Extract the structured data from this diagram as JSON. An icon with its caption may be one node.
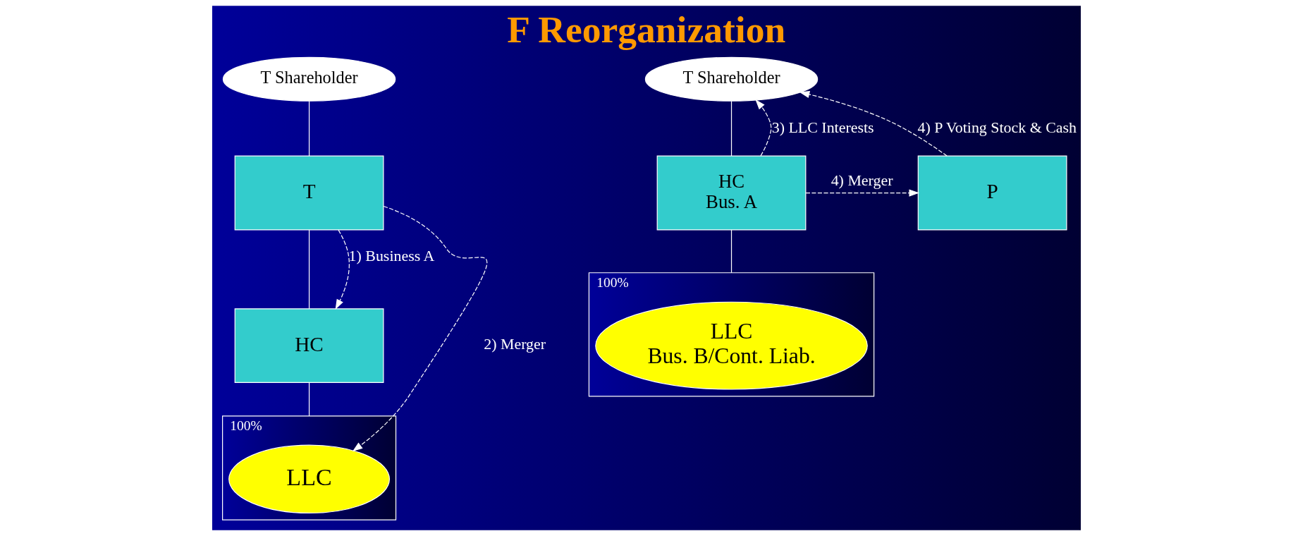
{
  "diagram": {
    "title": "F Reorganization",
    "nodes": [
      {
        "text": [
          "T Shareholder"
        ]
      },
      {
        "text": [
          "T"
        ]
      },
      {
        "text": [
          "HC"
        ]
      },
      {
        "text": [],
        "shape": "box",
        "beside": [
          "100%"
        ]
      },
      {
        "text": [
          "LLC"
        ],
        "in": 3
      },
      {
        "text": [
          "T Shareholder"
        ]
      },
      {
        "text": [
          "HC",
          "Bus. A"
        ]
      },
      {
        "text": [],
        "shape": "box",
        "beside": [
          "100%"
        ]
      },
      {
        "text": [
          "LLC",
          "Bus. B/Cont. Liab."
        ],
        "in": 7
      },
      {
        "text": [
          "P"
        ]
      }
    ],
    "edges": [
      {
        "from": 0,
        "to": 1,
        "arrow": "none"
      },
      {
        "from": 1,
        "to": 2,
        "arrow": "none"
      },
      {
        "from": 2,
        "to": 3,
        "arrow": "none"
      },
      {
        "from": 1,
        "to": 2,
        "arrow": "to",
        "label": "1) Business A",
        "style": "dashed"
      },
      {
        "from": 1,
        "to": 4,
        "arrow": "to",
        "label": "2) Merger",
        "style": "dashed"
      },
      {
        "from": 5,
        "to": 6,
        "arrow": "none"
      },
      {
        "from": 6,
        "to": 7,
        "arrow": "none"
      },
      {
        "from": 6,
        "to": 5,
        "arrow": "to",
        "label": "3) LLC Interests",
        "style": "dashed"
      },
      {
        "from": 6,
        "to": 9,
        "arrow": "to",
        "label": "4) Merger",
        "style": "dashed"
      },
      {
        "from": 9,
        "to": 5,
        "arrow": "to",
        "label": "4) P Voting Stock & Cash",
        "style": "dashed"
      }
    ]
  }
}
